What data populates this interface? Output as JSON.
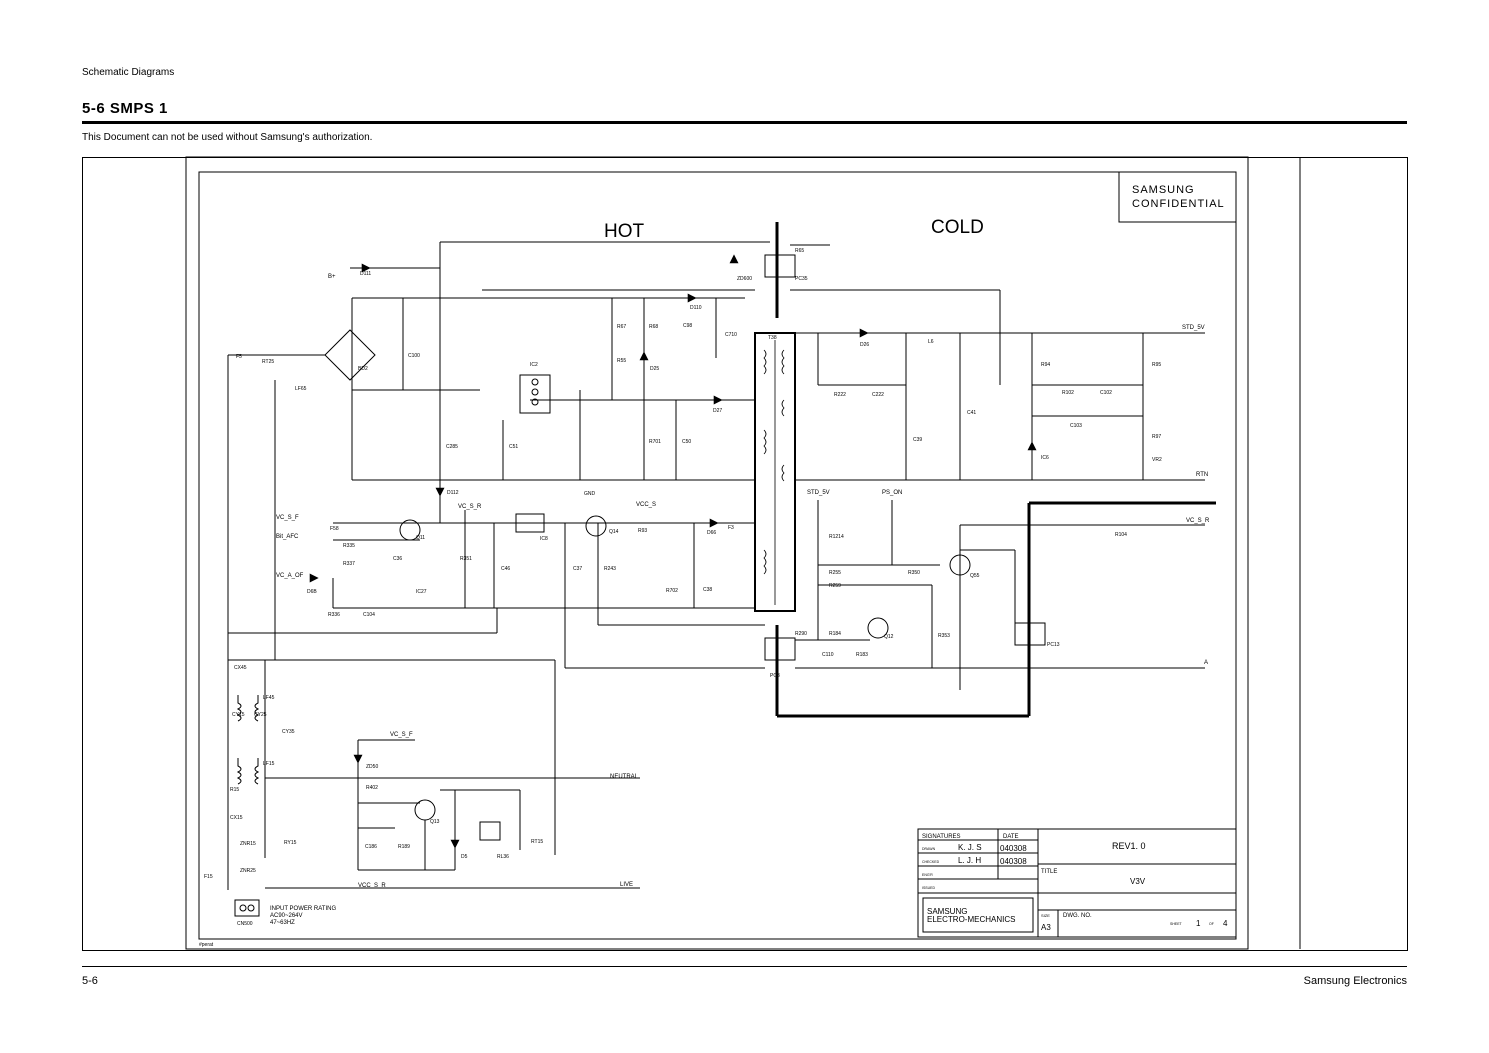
{
  "header": {
    "section": "Schematic Diagrams",
    "title": "5-6 SMPS 1",
    "notice": "This Document can not be used without Samsung's authorization."
  },
  "footer": {
    "page": "5-6",
    "company": "Samsung Electronics"
  },
  "diagram": {
    "confidential": [
      "SAMSUNG",
      "CONFIDENTIAL"
    ],
    "regions": {
      "hot": "HOT",
      "cold": "COLD"
    },
    "nets": {
      "b_plus": "B+",
      "std_5v": "STD_5V",
      "std_5v_b": "STD_5V",
      "ps_on": "PS_ON",
      "rtn": "RTN",
      "vc_s_f": "VC_S_F",
      "bit_afc": "Bit_AFC",
      "vc_s_r": "VC_S_R",
      "vcc_s": "VCC_S",
      "vc_a_of": "VC_A_OF",
      "vc_s_r_right": "VC_S_R",
      "a": "A",
      "neutral": "NEUTRAL",
      "live": "LIVE",
      "vc_s_f_bottom": "VC_S_F",
      "vcc_s_r_bottom": "VCC_S_R",
      "gnd": "GND",
      "perat": "#perat"
    },
    "components": {
      "d111": "D111",
      "rt25": "RT25",
      "f5": "F5",
      "lf65": "LF65",
      "bd2": "BD2",
      "c100": "C100",
      "r65": "R65",
      "pc35": "PC35",
      "zd600": "ZD600",
      "ic2": "IC2",
      "r67": "R67",
      "r68": "R68",
      "r55": "R55",
      "d25": "D25",
      "c98": "C98",
      "d110": "D110",
      "c710": "C710",
      "d27": "D27",
      "r701": "R701",
      "c50": "C50",
      "c285": "C285",
      "c51": "C51",
      "t38": "T38",
      "d26": "D26",
      "l6": "L6",
      "r222": "R222",
      "c222": "C222",
      "c39": "C39",
      "c41": "C41",
      "r94": "R94",
      "r95": "R95",
      "r102": "R102",
      "c102": "C102",
      "c103": "C103",
      "ic6": "IC6",
      "r97": "R97",
      "vr2": "VR2",
      "d112": "D112",
      "q11": "Q11",
      "ic8": "IC8",
      "q14": "Q14",
      "r93": "R93",
      "d66": "D66",
      "f3": "F3",
      "r214": "R1214",
      "r255": "R255",
      "r259": "R259",
      "r350": "R350",
      "q55": "Q55",
      "r104": "R104",
      "f58": "F58",
      "r335": "R335",
      "r337": "R337",
      "c36": "C36",
      "r351": "R351",
      "c46": "C46",
      "c37": "C37",
      "r243": "R243",
      "r702": "R702",
      "c38": "C38",
      "d6b": "D6B",
      "ic27": "IC27",
      "r336": "R336",
      "c104": "C104",
      "r290": "R290",
      "r184": "R184",
      "q12": "Q12",
      "r353": "R353",
      "pc13": "PC13",
      "c110": "C110",
      "r183": "R183",
      "pc3": "PC3",
      "cx45": "CX45",
      "lf45": "LF45",
      "cy15": "CY15",
      "cy25": "CY25",
      "cy35": "CY35",
      "lf15": "LF15",
      "r15": "R15",
      "cx15": "CX15",
      "ry15": "RY15",
      "znr1": "ZNR15",
      "znr2": "ZNR25",
      "f15": "F15",
      "cn500": "CN500",
      "zd50": "ZD50",
      "r402": "R402",
      "q13": "Q13",
      "c186": "C186",
      "r189": "R189",
      "d5": "D5",
      "rl36": "RL36",
      "rt15": "RT15"
    },
    "input_rating": [
      "INPUT POWER RATING",
      "AC90~264V",
      "47~63HZ"
    ]
  },
  "title_block": {
    "signatures_label": "SIGNATURES",
    "date_label": "DATE",
    "rows": [
      {
        "role": "DRAWN",
        "name": "K. J. S",
        "date": "040308"
      },
      {
        "role": "CHECKED",
        "name": "L. J. H",
        "date": "040308"
      },
      {
        "role": "ENG'R",
        "name": "",
        "date": ""
      },
      {
        "role": "ISSUED",
        "name": "",
        "date": ""
      }
    ],
    "revision": "REV1. 0",
    "title_label": "TITLE",
    "title_value": "V3V",
    "company": [
      "SAMSUNG",
      "ELECTRO-MECHANICS"
    ],
    "size_label": "SIZE",
    "size_value": "A3",
    "dwg_label": "DWG. NO.",
    "sheet_label": "SHEET",
    "sheet_no": "1",
    "of_label": "OF",
    "sheet_total": "4"
  }
}
